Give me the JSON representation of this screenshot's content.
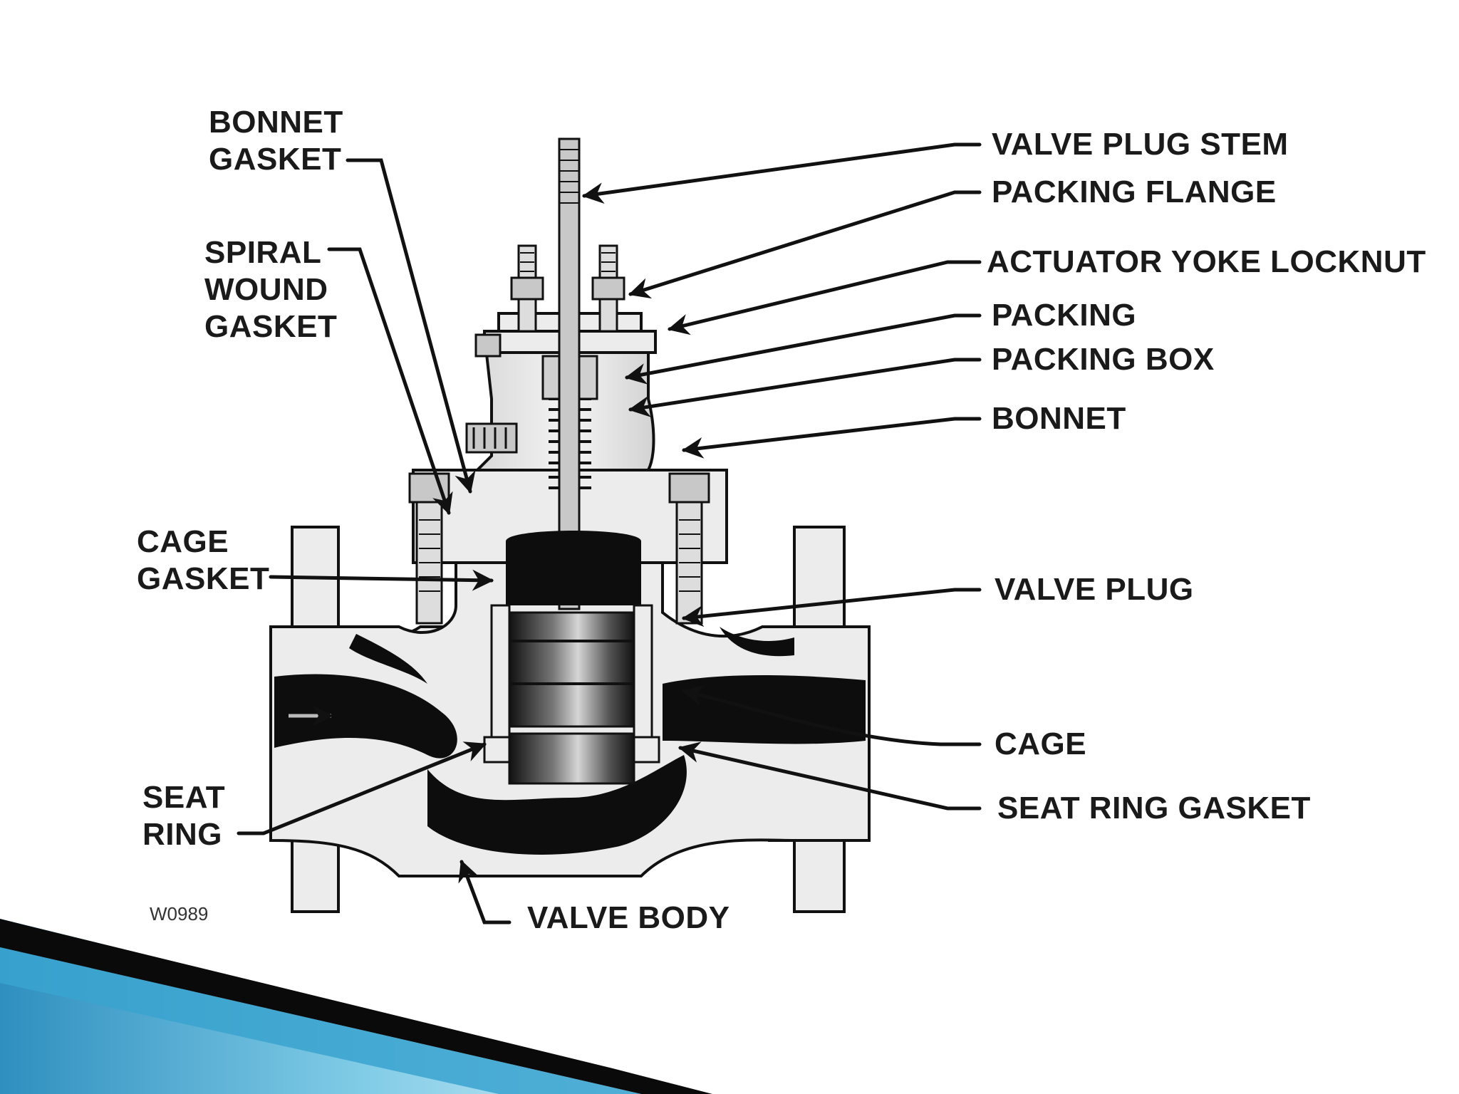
{
  "labels": {
    "bonnet_gasket": [
      "BONNET",
      "GASKET"
    ],
    "spiral_wound_gasket": [
      "SPIRAL",
      "WOUND",
      "GASKET"
    ],
    "cage_gasket": [
      "CAGE",
      "GASKET"
    ],
    "seat_ring": [
      "SEAT",
      "RING"
    ],
    "valve_plug_stem": "VALVE PLUG STEM",
    "packing_flange": "PACKING FLANGE",
    "actuator_yoke_locknut": "ACTUATOR YOKE LOCKNUT",
    "packing": "PACKING",
    "packing_box": "PACKING BOX",
    "bonnet": "BONNET",
    "valve_plug": "VALVE PLUG",
    "cage": "CAGE",
    "seat_ring_gasket": "SEAT RING GASKET",
    "valve_body": "VALVE BODY"
  },
  "figure_code": "W0989",
  "colors": {
    "background": "#ffffff",
    "metal_light": "#ececec",
    "metal_mid": "#c8c8c8",
    "metal_dark": "#0d0d0d",
    "line": "#111111",
    "accent_blue": "#3aa3cf",
    "accent_blue_light": "#7fcbe6",
    "accent_dark": "#0a0a0a"
  }
}
